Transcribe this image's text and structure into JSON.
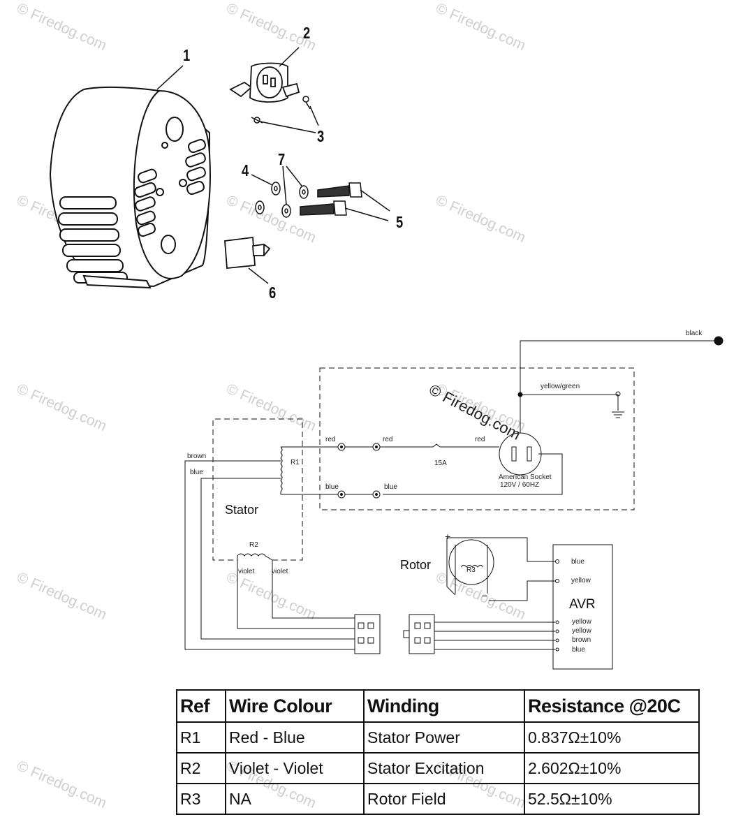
{
  "watermark": "© Firedog.com",
  "callouts": [
    "1",
    "2",
    "3",
    "4",
    "5",
    "6",
    "7"
  ],
  "wiring": {
    "black": "black",
    "yellow_green": "yellow/green",
    "red": "red",
    "brown": "brown",
    "blue": "blue",
    "violet": "violet",
    "yellow": "yellow",
    "fuse": "15A",
    "r1": "R1",
    "r2": "R2",
    "r3": "R3",
    "stator": "Stator",
    "rotor": "Rotor",
    "avr": "AVR",
    "socket_line1": "American Socket",
    "socket_line2": "120V / 60HZ",
    "plus": "+",
    "minus": "−"
  },
  "table": {
    "headers": [
      "Ref",
      "Wire Colour",
      "Winding",
      "Resistance @20C"
    ],
    "rows": [
      [
        "R1",
        "Red - Blue",
        "Stator Power",
        "0.837Ω±10%"
      ],
      [
        "R2",
        "Violet - Violet",
        "Stator Excitation",
        "2.602Ω±10%"
      ],
      [
        "R3",
        "NA",
        "Rotor Field",
        "52.5Ω±10%"
      ]
    ]
  }
}
